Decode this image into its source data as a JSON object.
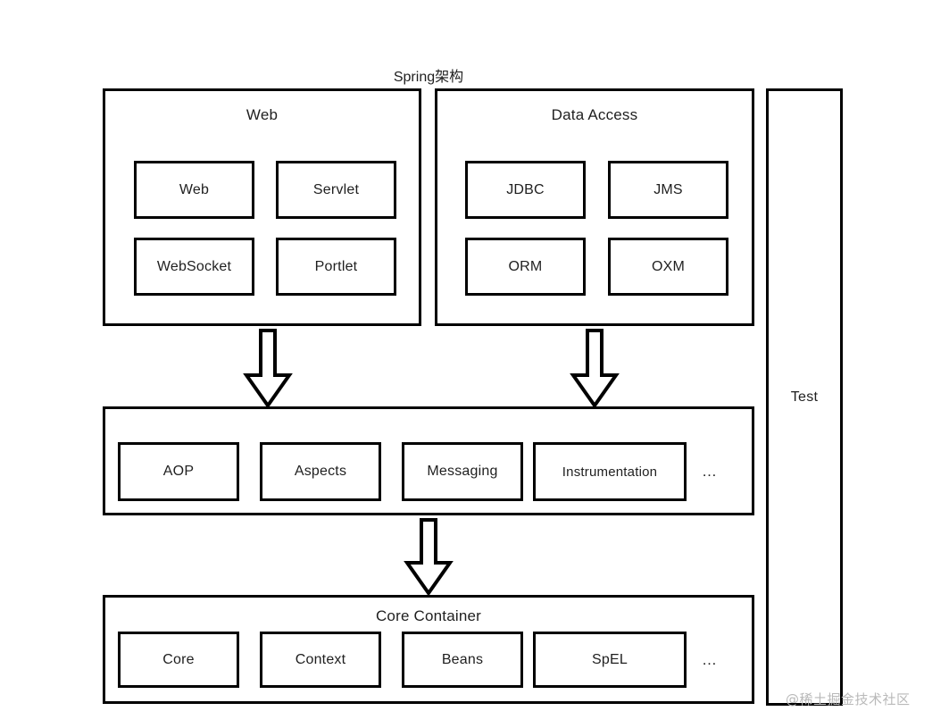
{
  "diagram": {
    "title": "Spring架构",
    "background_color": "#ffffff",
    "stroke_color": "#000000",
    "text_color": "#1f1f1f",
    "ellipsis": "…"
  },
  "groups": {
    "web": {
      "title": "Web",
      "modules": [
        {
          "label": "Web"
        },
        {
          "label": "Servlet"
        },
        {
          "label": "WebSocket"
        },
        {
          "label": "Portlet"
        }
      ]
    },
    "data_access": {
      "title": "Data Access",
      "modules": [
        {
          "label": "JDBC"
        },
        {
          "label": "JMS"
        },
        {
          "label": "ORM"
        },
        {
          "label": "OXM"
        }
      ]
    },
    "aop_layer": {
      "title": "",
      "modules": [
        {
          "label": "AOP"
        },
        {
          "label": "Aspects"
        },
        {
          "label": "Messaging"
        },
        {
          "label": "Instrumentation"
        }
      ],
      "trailing": "…"
    },
    "core_container": {
      "title": "Core Container",
      "modules": [
        {
          "label": "Core"
        },
        {
          "label": "Context"
        },
        {
          "label": "Beans"
        },
        {
          "label": "SpEL"
        }
      ],
      "trailing": "…"
    },
    "test": {
      "title": "Test"
    }
  },
  "arrows": [
    {
      "name": "arrow-web-to-aop"
    },
    {
      "name": "arrow-data-access-to-aop"
    },
    {
      "name": "arrow-aop-to-core"
    }
  ],
  "watermark": {
    "text": "@稀土掘金技术社区"
  }
}
